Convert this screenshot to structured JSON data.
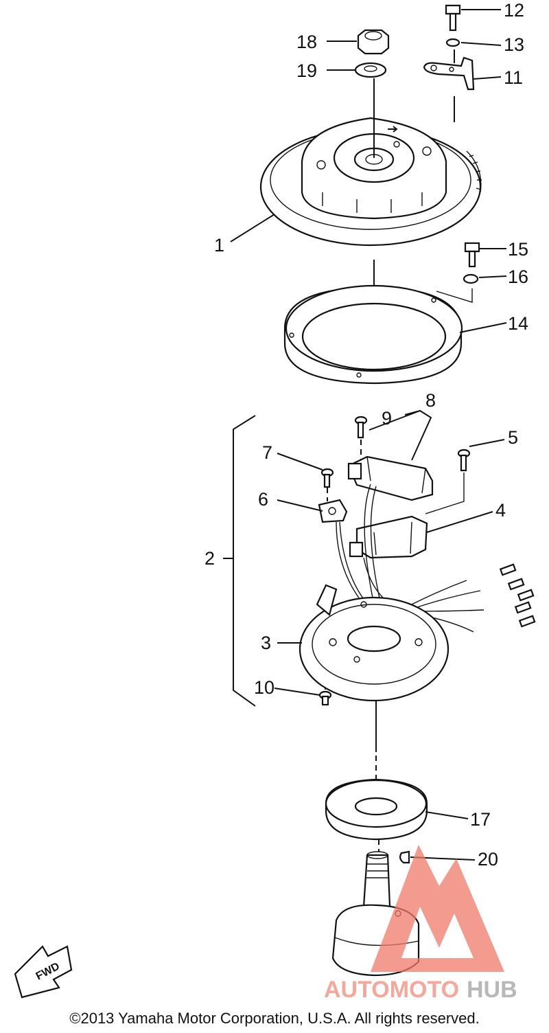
{
  "callouts": [
    {
      "key": "c1",
      "text": "1"
    },
    {
      "key": "c2",
      "text": "2"
    },
    {
      "key": "c3",
      "text": "3"
    },
    {
      "key": "c4",
      "text": "4"
    },
    {
      "key": "c5",
      "text": "5"
    },
    {
      "key": "c6",
      "text": "6"
    },
    {
      "key": "c7",
      "text": "7"
    },
    {
      "key": "c8",
      "text": "8"
    },
    {
      "key": "c9",
      "text": "9"
    },
    {
      "key": "c10",
      "text": "10"
    },
    {
      "key": "c11",
      "text": "11"
    },
    {
      "key": "c12",
      "text": "12"
    },
    {
      "key": "c13",
      "text": "13"
    },
    {
      "key": "c14",
      "text": "14"
    },
    {
      "key": "c15",
      "text": "15"
    },
    {
      "key": "c16",
      "text": "16"
    },
    {
      "key": "c17",
      "text": "17"
    },
    {
      "key": "c18",
      "text": "18"
    },
    {
      "key": "c19",
      "text": "19"
    },
    {
      "key": "c20",
      "text": "20"
    }
  ],
  "fwd_label": "FWD",
  "watermark": {
    "part1": "AUTOMOTO",
    "part2": "HUB",
    "color1": "#f2a89a",
    "color2": "#b8b8b8",
    "logo_color": "#f07a6a"
  },
  "copyright": "©2013 Yamaha Motor Corporation, U.S.A. All rights reserved."
}
